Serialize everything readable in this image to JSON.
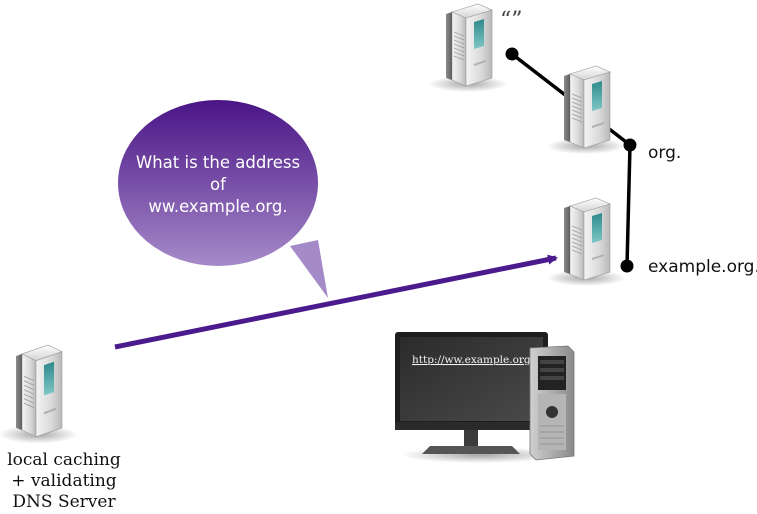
{
  "diagram": {
    "root_label": "“”",
    "tld_label": "org.",
    "domain_label": "example.org.",
    "speech_bubble": {
      "line1": "What is the address",
      "line2": "of",
      "line3": "ww.example.org."
    },
    "resolver_label": {
      "line1": "local caching",
      "line2": "+ validating",
      "line3": "DNS Server"
    },
    "screen_url": "http://ww.example.org",
    "screen_url_suffix": ".",
    "colors": {
      "query_arrow": "#4b1a8c",
      "bubble_dark": "#4a1486",
      "bubble_light": "#9c7cc0",
      "tree_line": "#000000",
      "screen": "#3a3a3a"
    }
  }
}
